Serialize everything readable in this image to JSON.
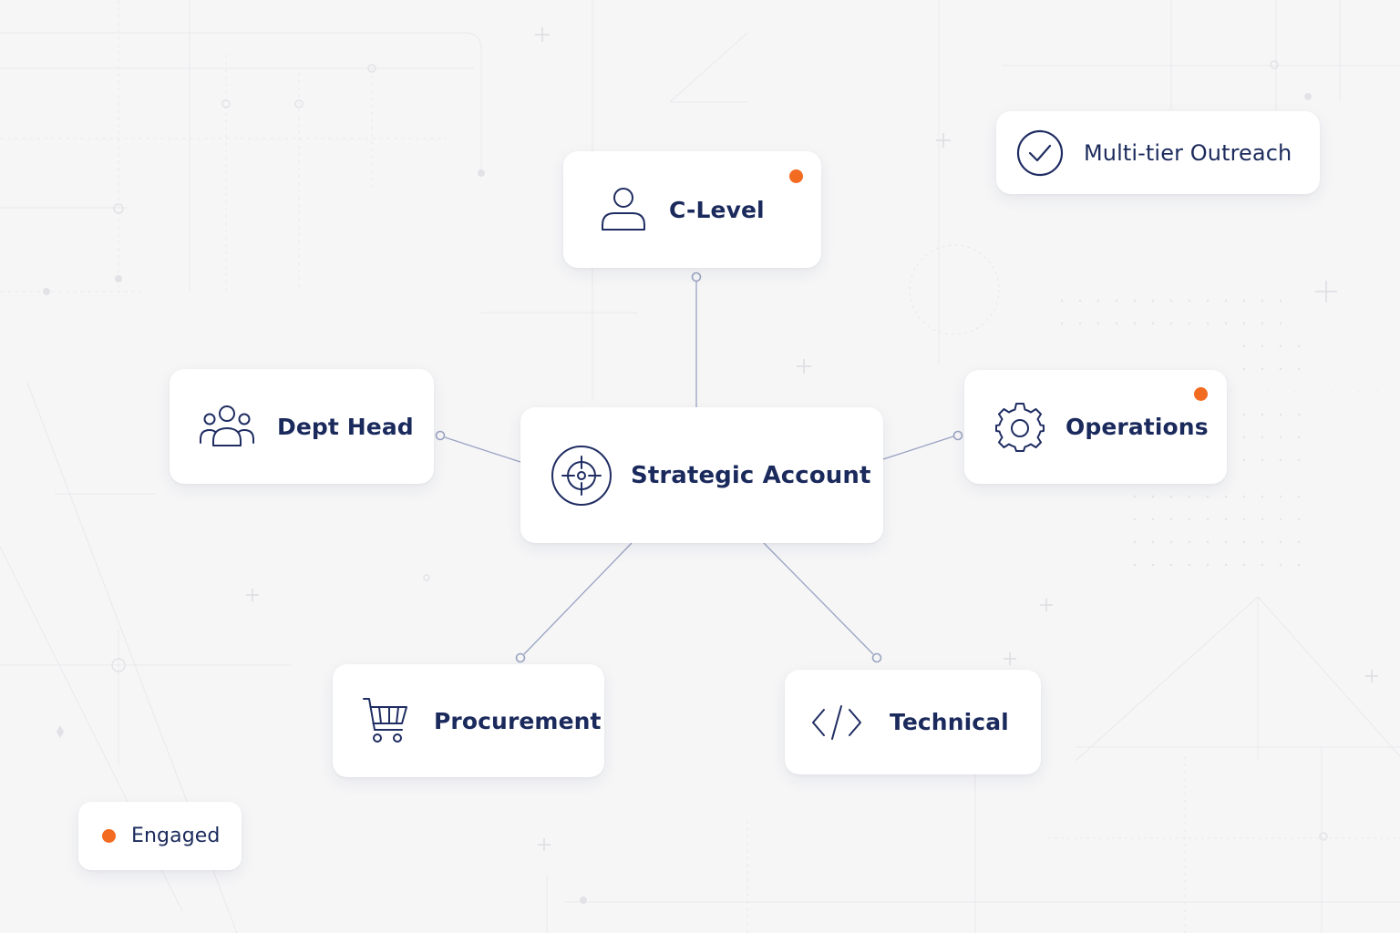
{
  "diagram": {
    "center": {
      "label": "Strategic Account",
      "icon": "target-icon"
    },
    "nodes": [
      {
        "id": "c-level",
        "label": "C-Level",
        "icon": "person-icon",
        "engaged": true
      },
      {
        "id": "dept-head",
        "label": "Dept Head",
        "icon": "team-icon",
        "engaged": false
      },
      {
        "id": "operations",
        "label": "Operations",
        "icon": "gear-icon",
        "engaged": true
      },
      {
        "id": "procurement",
        "label": "Procurement",
        "icon": "cart-icon",
        "engaged": false
      },
      {
        "id": "technical",
        "label": "Technical",
        "icon": "code-icon",
        "engaged": false
      }
    ],
    "badge": {
      "label": "Multi-tier Outreach",
      "icon": "check-circle-icon"
    },
    "legend": {
      "label": "Engaged"
    }
  },
  "colors": {
    "background": "#f6f6f7",
    "card": "#ffffff",
    "text": "#1b2a5c",
    "icon": "#1f2d62",
    "accent": "#f26b21",
    "connector": "#9aa3c2"
  }
}
